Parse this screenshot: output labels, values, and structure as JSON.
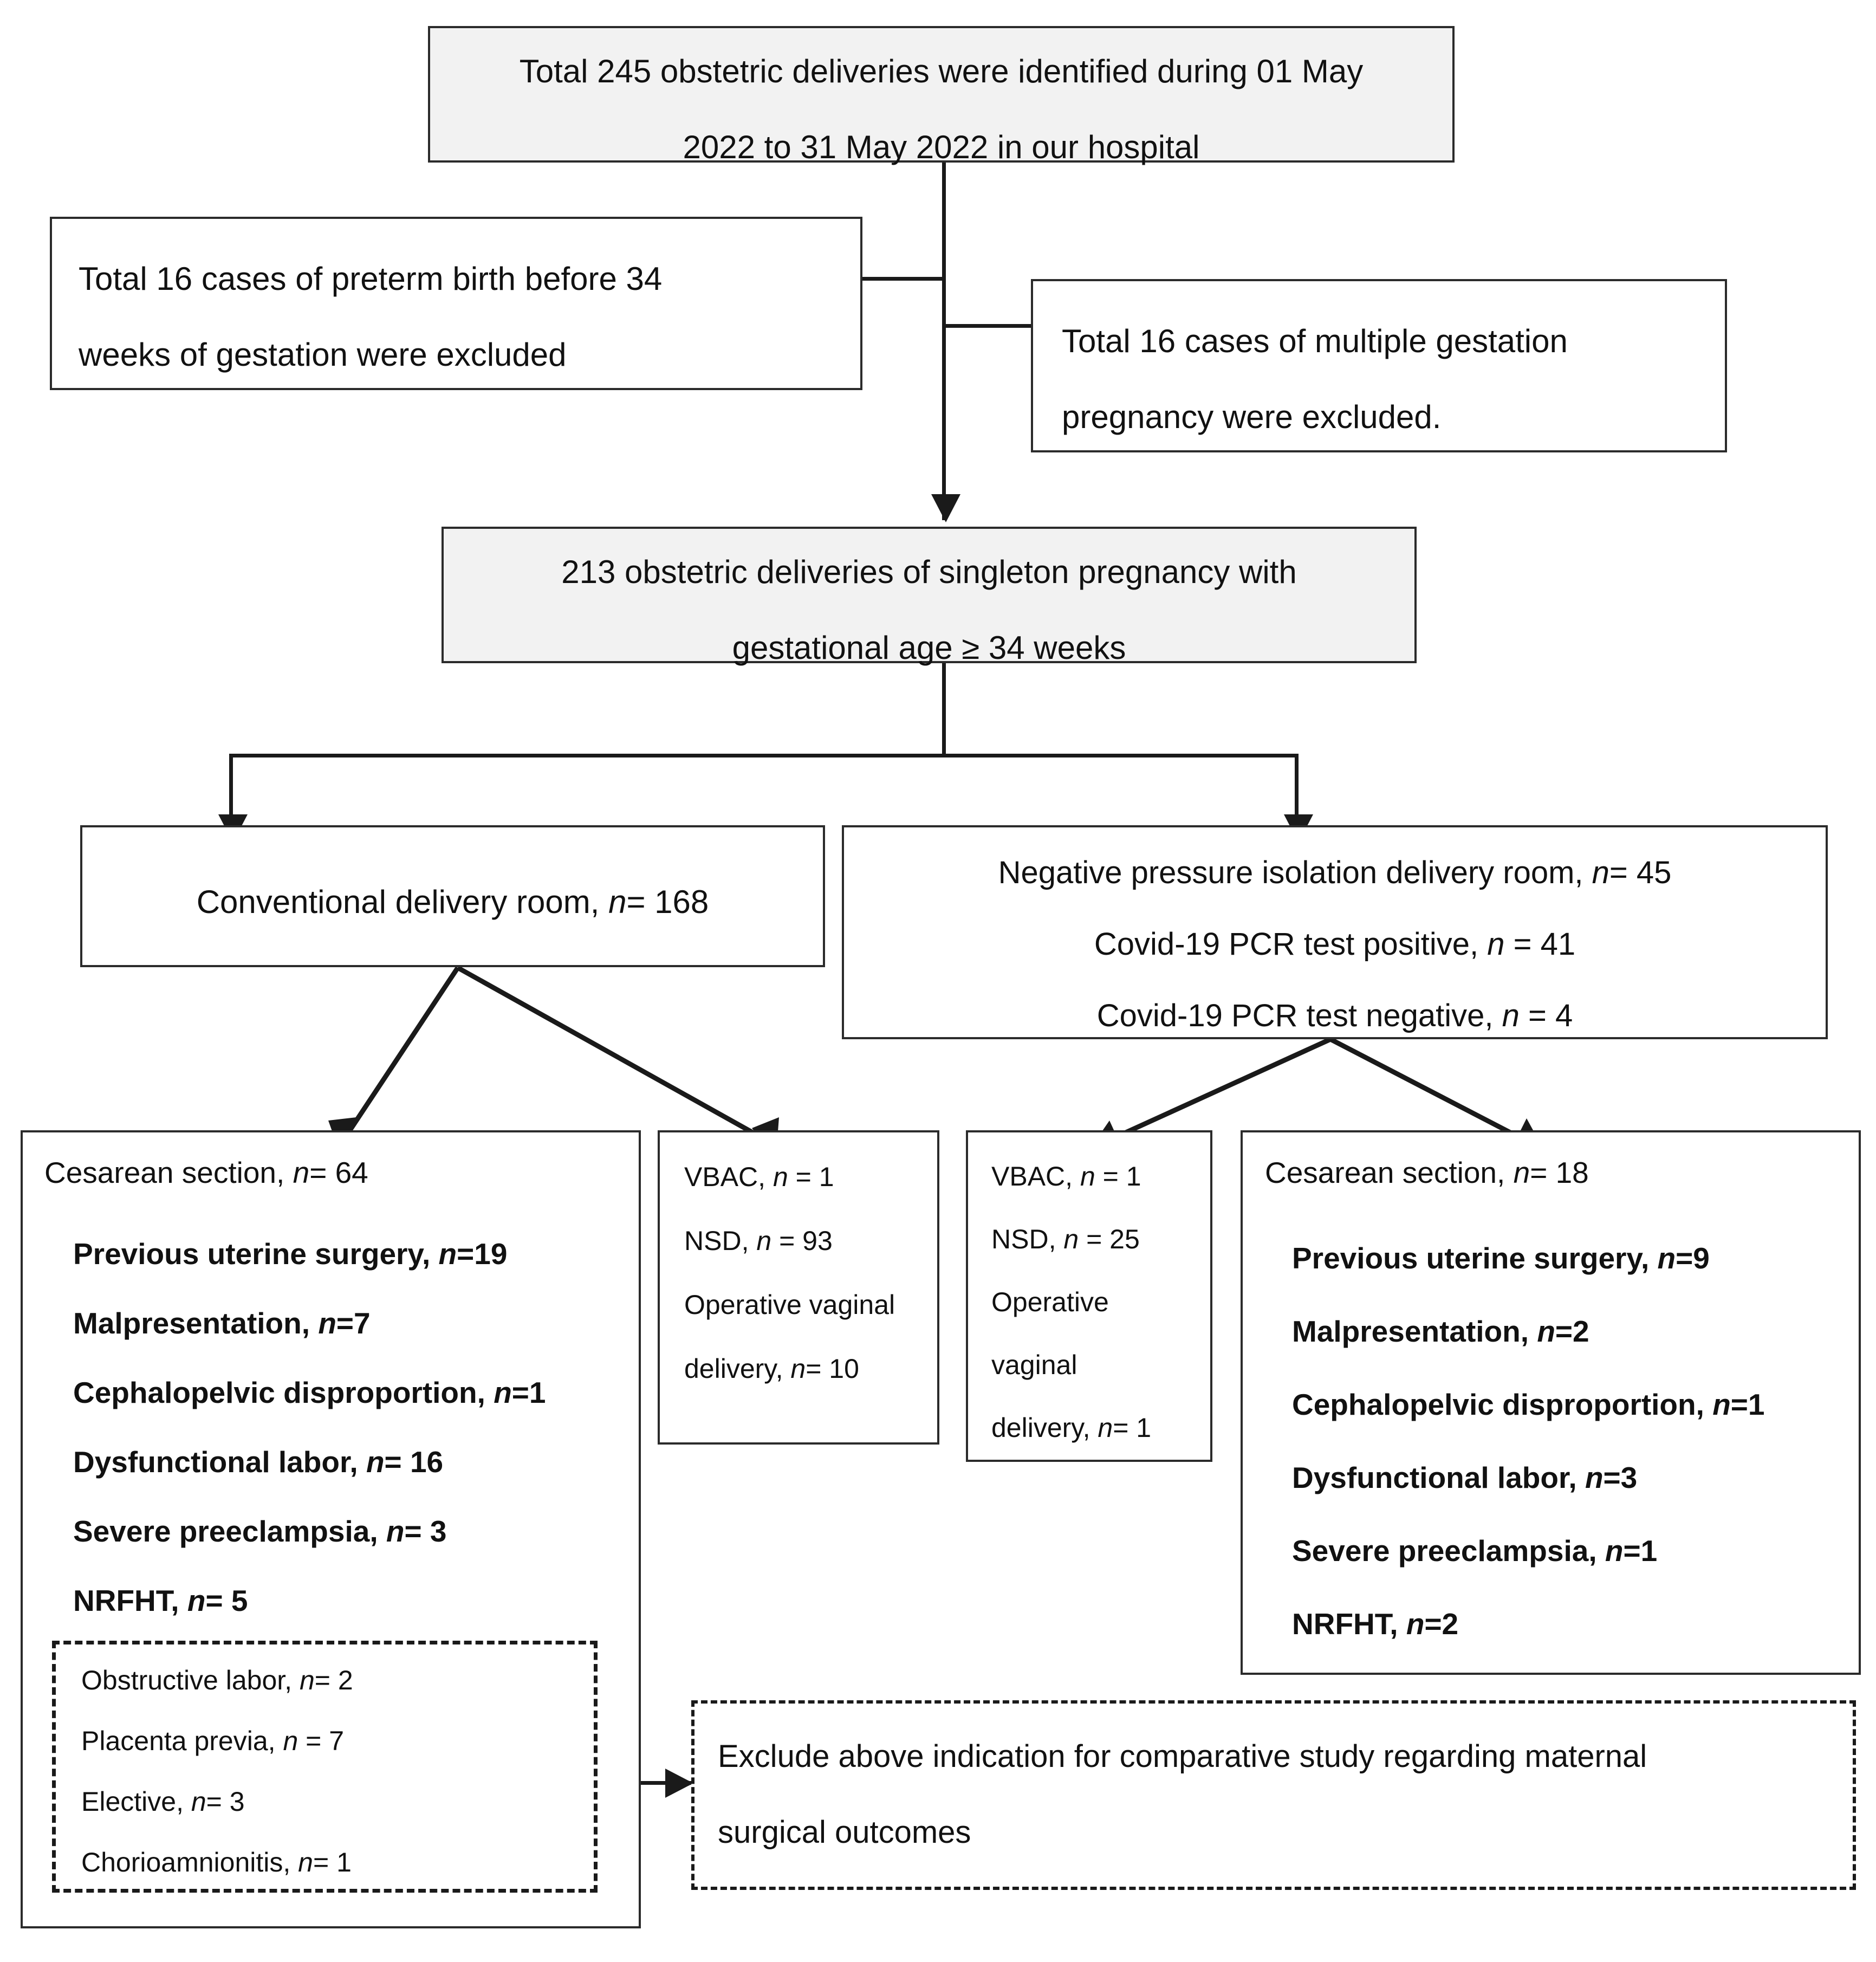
{
  "nodes": {
    "total_identified": {
      "lines": [
        "Total 245 obstetric deliveries were identified during 01 May",
        "2022 to 31 May 2022 in our hospital"
      ]
    },
    "excluded_preterm": {
      "lines": [
        "Total 16 cases of preterm birth before 34",
        "weeks of gestation were excluded"
      ]
    },
    "excluded_multiple": {
      "lines": [
        "Total 16 cases of multiple gestation",
        "pregnancy were excluded."
      ]
    },
    "singleton": {
      "lines": [
        "213 obstetric deliveries of singleton pregnancy with",
        "gestational age ≥ 34 weeks"
      ]
    },
    "conventional_room": {
      "lines": [
        "Conventional delivery room, n= 168"
      ]
    },
    "negative_pressure_room": {
      "lines": [
        "Negative pressure isolation delivery room, n= 45",
        "Covid-19 PCR test positive, n = 41",
        "Covid-19 PCR test negative, n = 4"
      ]
    },
    "cesarean_conventional": {
      "heading": "Cesarean section, n= 64",
      "indications": [
        "Previous uterine surgery, n=19",
        "Malpresentation, n=7",
        "Cephalopelvic disproportion, n=1",
        "Dysfunctional labor, n= 16",
        "Severe preeclampsia, n= 3",
        "NRFHT, n= 5"
      ]
    },
    "excluded_indications": {
      "items": [
        "Obstructive labor, n= 2",
        "Placenta previa, n = 7",
        "Elective, n= 3",
        "Chorioamnionitis, n= 1"
      ]
    },
    "vaginal_conventional": {
      "lines": [
        "VBAC, n = 1",
        "NSD, n = 93",
        "Operative vaginal",
        "delivery, n= 10"
      ]
    },
    "vaginal_negative": {
      "lines": [
        "VBAC, n = 1",
        "NSD, n = 25",
        "Operative",
        "vaginal",
        "delivery, n= 1"
      ]
    },
    "cesarean_negative": {
      "heading": "Cesarean section, n= 18",
      "indications": [
        "Previous uterine surgery, n=9",
        "Malpresentation, n=2",
        "Cephalopelvic disproportion, n=1",
        "Dysfunctional labor, n=3",
        "Severe preeclampsia, n=1",
        "NRFHT, n=2"
      ]
    },
    "exclude_note": {
      "lines": [
        "Exclude above indication for comparative study regarding maternal",
        "surgical outcomes"
      ]
    }
  },
  "colors": {
    "box_border": "#2b2b2b",
    "shaded_fill": "#f2f2f2",
    "connector": "#1a1a1a",
    "text": "#111111"
  }
}
